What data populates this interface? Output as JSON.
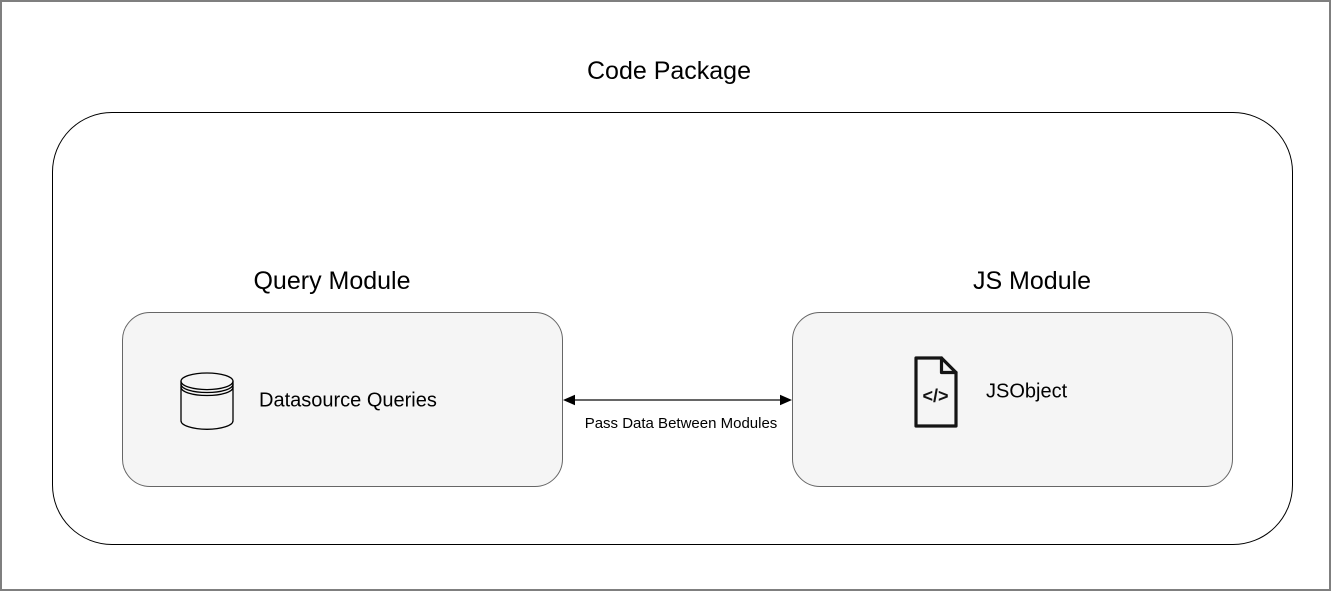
{
  "diagram": {
    "title": "Code Package"
  },
  "modules": [
    {
      "title": "Query Module",
      "item": "Datasource Queries",
      "icon": "database-icon"
    },
    {
      "title": "JS Module",
      "item": "JSObject",
      "icon": "code-file-icon",
      "icon_glyph": "</>"
    }
  ],
  "connector": {
    "label": "Pass Data Between Modules",
    "style": "bidirectional-arrow"
  },
  "colors": {
    "canvas_background": "#ffffff",
    "frame_border": "#7f7f7f",
    "package_border": "#000000",
    "module_fill": "#f5f5f5",
    "module_border": "#666666",
    "arrow": "#000000",
    "text": "#000000"
  }
}
